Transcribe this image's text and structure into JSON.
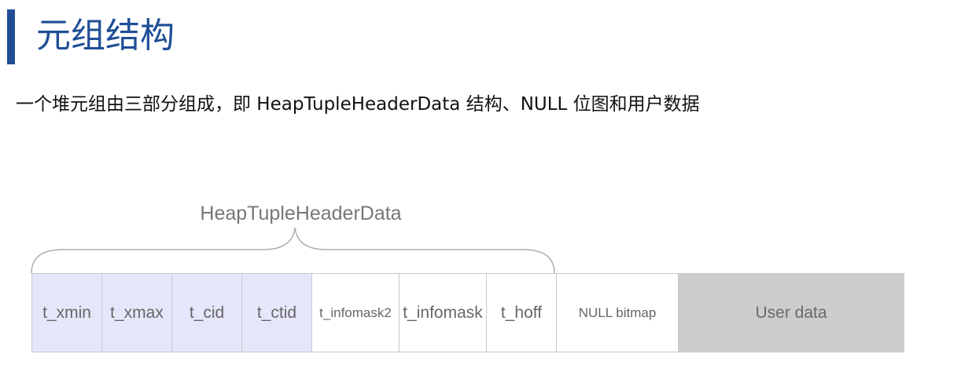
{
  "page": {
    "title": "元组结构",
    "description": "一个堆元组由三部分组成，即 HeapTupleHeaderData 结构、NULL 位图和用户数据"
  },
  "diagram": {
    "group_label": "HeapTupleHeaderData",
    "fields": [
      {
        "label": "t_xmin",
        "kind": "header"
      },
      {
        "label": "t_xmax",
        "kind": "header"
      },
      {
        "label": "t_cid",
        "kind": "header"
      },
      {
        "label": "t_ctid",
        "kind": "header"
      },
      {
        "label": "t_infomask2",
        "kind": "plain-small"
      },
      {
        "label": "t_infomask",
        "kind": "plain"
      },
      {
        "label": "t_hoff",
        "kind": "plain"
      },
      {
        "label": "NULL bitmap",
        "kind": "plain-small"
      },
      {
        "label": "User data",
        "kind": "user"
      }
    ],
    "colors": {
      "title": "#1f4e96",
      "header_field_fill": "#e6e6fb",
      "user_data_fill": "#cccccc",
      "border": "#c9c9c9",
      "label_text": "#666666"
    }
  }
}
